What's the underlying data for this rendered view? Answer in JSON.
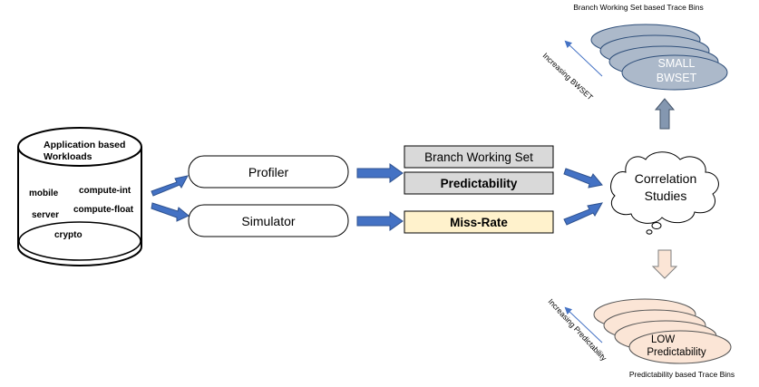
{
  "workloads": {
    "title_line1": "Application based",
    "title_line2": "Workloads",
    "items": [
      "mobile",
      "compute-int",
      "server",
      "compute-float",
      "crypto"
    ]
  },
  "tools": {
    "profiler": "Profiler",
    "simulator": "Simulator"
  },
  "metrics": {
    "branch_working_set": "Branch Working Set",
    "predictability": "Predictability",
    "miss_rate": "Miss-Rate"
  },
  "correlation": {
    "line1": "Correlation",
    "line2": "Studies"
  },
  "top_bins": {
    "title": "Branch Working Set based Trace Bins",
    "line1": "SMALL",
    "line2": "BWSET",
    "axis_label": "Increasing BWSET"
  },
  "bottom_bins": {
    "title": "Predictability based Trace Bins",
    "line1": "LOW",
    "line2": "Predictability",
    "axis_label": "Increasing Predictability"
  },
  "colors": {
    "arrow_blue": "#4472c4",
    "bin_blue": "#acb9ca",
    "bin_blue_stroke": "#2f4f7a",
    "bin_peach": "#fbe5d6",
    "bin_peach_stroke": "#555555",
    "box_gray": "#d9d9d9",
    "box_yellow": "#fff2cc",
    "up_arrow": "#8497b0",
    "down_arrow": "#fbe5d6"
  }
}
